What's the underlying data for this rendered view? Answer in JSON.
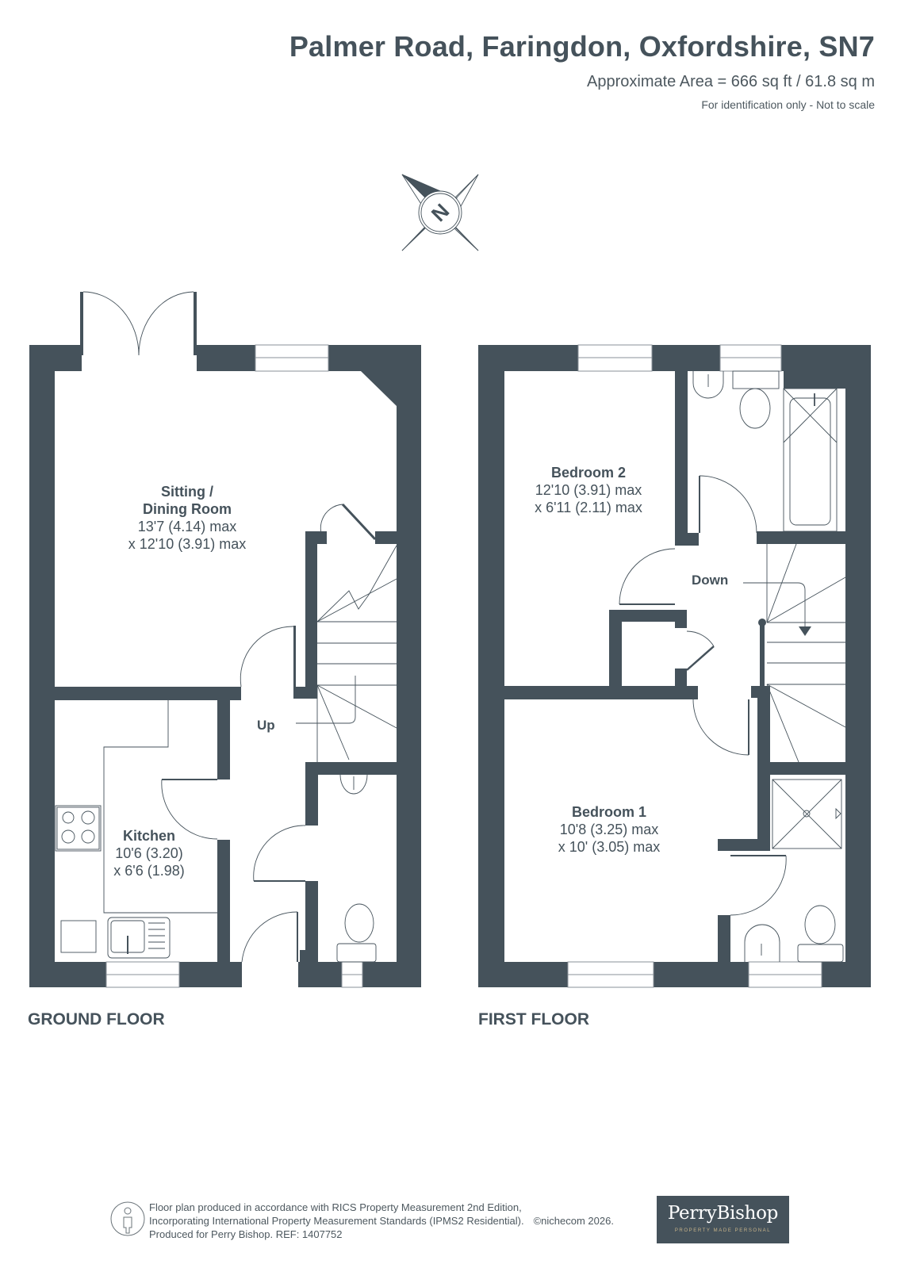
{
  "header": {
    "title": "Palmer Road, Faringdon, Oxfordshire, SN7",
    "area": "Approximate Area = 666 sq ft / 61.8 sq m",
    "disclaimer": "For identification only - Not to scale"
  },
  "compass": {
    "icon": "compass-north-icon",
    "letter": "N"
  },
  "colors": {
    "wall": "#45525b",
    "text": "#45525b",
    "background": "#ffffff",
    "logo_accent": "#c9b48a"
  },
  "ground_floor": {
    "label": "GROUND FLOOR",
    "rooms": [
      {
        "name": "Sitting /",
        "name2": "Dining Room",
        "dim1": "13'7 (4.14) max",
        "dim2": "x 12'10 (3.91) max"
      },
      {
        "name": "Kitchen",
        "dim1": "10'6 (3.20)",
        "dim2": "x 6'6 (1.98)"
      }
    ],
    "stairs_label": "Up"
  },
  "first_floor": {
    "label": "FIRST FLOOR",
    "rooms": [
      {
        "name": "Bedroom 2",
        "dim1": "12'10 (3.91) max",
        "dim2": "x 6'11 (2.11) max"
      },
      {
        "name": "Bedroom 1",
        "dim1": "10'8 (3.25) max",
        "dim2": "x 10' (3.05) max"
      }
    ],
    "stairs_label": "Down"
  },
  "footer": {
    "line1": "Floor plan produced in accordance with RICS Property Measurement 2nd Edition,",
    "line2": "Incorporating International Property Measurement Standards (IPMS2 Residential).",
    "copyright": "©nichecom 2026.",
    "line3": "Produced for Perry Bishop.   REF: 1407752"
  },
  "logo": {
    "brand": "PerryBishop",
    "tagline": "PROPERTY MADE PERSONAL"
  }
}
